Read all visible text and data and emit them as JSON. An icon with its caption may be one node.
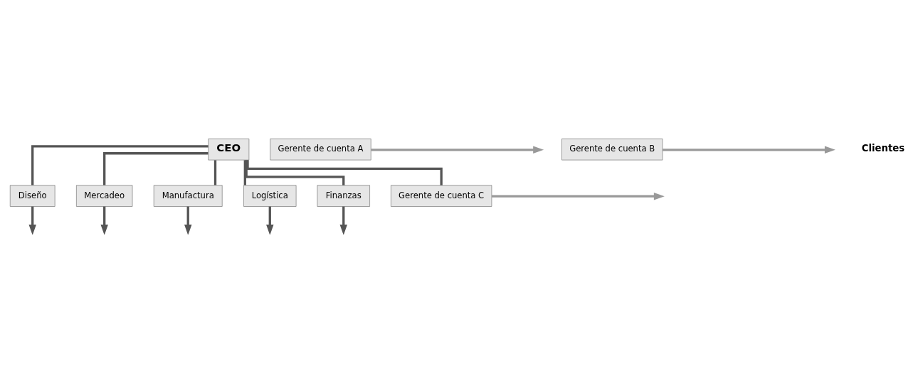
{
  "diagram": {
    "nodes": [
      {
        "text": [
          "CEO"
        ]
      },
      {
        "text": [
          "Diseño"
        ]
      },
      {
        "text": [
          "Mercadeo"
        ]
      },
      {
        "text": [
          "Manufactura"
        ]
      },
      {
        "text": [
          "Logística"
        ]
      },
      {
        "text": [
          "Finanzas"
        ]
      },
      {
        "text": [
          "Gerente de cuenta A"
        ]
      },
      {
        "text": [
          "Gerente de cuenta B"
        ]
      },
      {
        "text": [
          "Gerente de cuenta C"
        ]
      }
    ],
    "edges": [
      {
        "from": 0,
        "to": 1,
        "arrow": "none"
      },
      {
        "from": 0,
        "to": 2,
        "arrow": "none"
      },
      {
        "from": 0,
        "to": 3,
        "arrow": "none"
      },
      {
        "from": 0,
        "to": 4,
        "arrow": "none"
      },
      {
        "from": 0,
        "to": 5,
        "arrow": "none"
      },
      {
        "from": 0,
        "to": 8,
        "arrow": "none"
      },
      {
        "from": 1,
        "to": null,
        "arrow": "to"
      },
      {
        "from": 2,
        "to": null,
        "arrow": "to"
      },
      {
        "from": 3,
        "to": null,
        "arrow": "to"
      },
      {
        "from": 4,
        "to": null,
        "arrow": "to"
      },
      {
        "from": 5,
        "to": null,
        "arrow": "to"
      },
      {
        "from": 6,
        "to": null,
        "arrow": "to",
        "color": "#999999"
      },
      {
        "from": 7,
        "to": null,
        "arrow": "to",
        "color": "#999999"
      },
      {
        "from": 8,
        "to": null,
        "arrow": "to",
        "color": "#999999"
      }
    ],
    "labels": [
      "Clientes"
    ]
  }
}
